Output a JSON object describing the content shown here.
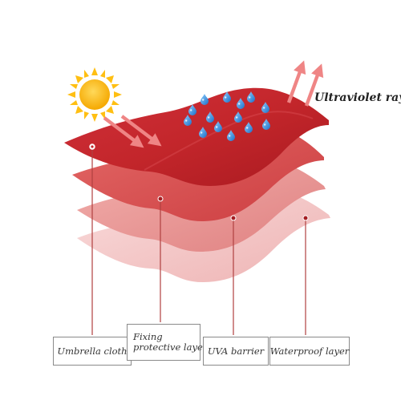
{
  "uv_label": "Ultraviolet rays",
  "layers": [
    {
      "label": "Umbrella cloth"
    },
    {
      "label": "Fixing protective layer",
      "line1": "Fixing",
      "line2": "protective layer"
    },
    {
      "label": "UVA barrier"
    },
    {
      "label": "Waterproof layer"
    }
  ],
  "colors": {
    "layer_top": "#c3262b",
    "layer_second": "#d84a4a",
    "layer_third": "#e58c8c",
    "layer_bottom": "#f2c2c2",
    "arrow": "#ee8080",
    "droplet": "#2f86d8",
    "sun": "#ffc21a"
  },
  "icons": [
    "sun-icon",
    "water-droplet-icon",
    "uv-arrow-icon"
  ]
}
